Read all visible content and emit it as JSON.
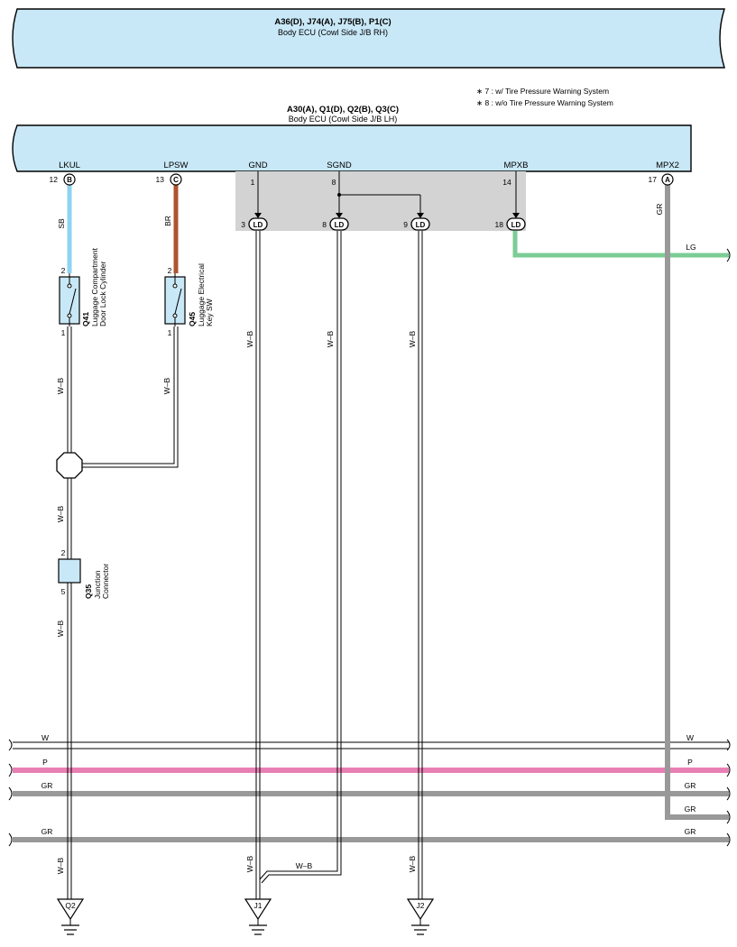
{
  "ecu_rh": {
    "connectors": "A36(D), J74(A), J75(B), P1(C)",
    "name": "Body ECU (Cowl Side J/B RH)"
  },
  "ecu_lh": {
    "connectors": "A30(A), Q1(D), Q2(B), Q3(C)",
    "name": "Body ECU (Cowl Side J/B LH)"
  },
  "notes": [
    "∗ 7 : w/ Tire Pressure Warning System",
    "∗ 8 : w/o Tire Pressure Warning System"
  ],
  "terminals": [
    {
      "name": "LKUL",
      "pin": "12",
      "conn": "B"
    },
    {
      "name": "LPSW",
      "pin": "13",
      "conn": "C"
    },
    {
      "name": "GND",
      "pin": "1"
    },
    {
      "name": "SGND",
      "pin": "8"
    },
    {
      "name": "MPXB",
      "pin": "14"
    },
    {
      "name": "MPX2",
      "pin": "17",
      "conn": "A"
    }
  ],
  "ld_connectors": [
    {
      "pin": "3",
      "label": "LD"
    },
    {
      "pin": "8",
      "label": "LD"
    },
    {
      "pin": "9",
      "label": "LD"
    },
    {
      "pin": "18",
      "label": "LD"
    }
  ],
  "components": [
    {
      "code": "Q41",
      "name": "Luggage Compartment",
      "name2": "Door Lock Cylinder",
      "pin_top": "2",
      "pin_bottom": "1"
    },
    {
      "code": "Q45",
      "name": "Luggage Electrical",
      "name2": "Key SW",
      "pin_top": "2",
      "pin_bottom": "1"
    },
    {
      "code": "Q35",
      "name": "Junction",
      "name2": "Connector",
      "pin_top": "2",
      "pin_bottom": "5"
    }
  ],
  "wire_colors": {
    "sb": "SB",
    "br": "BR",
    "gr": "GR",
    "lg": "LG",
    "wb": "W–B",
    "w": "W",
    "p": "P"
  },
  "grounds": [
    "Q2",
    "J1",
    "J2"
  ],
  "colors": {
    "ecu_fill": "#c9e8f7",
    "sb": "#8fd3f0",
    "br": "#b0532e",
    "gr": "#999999",
    "lg": "#7ccc96",
    "pink": "#e87fb4",
    "ld_box": "#d3d3d3"
  }
}
